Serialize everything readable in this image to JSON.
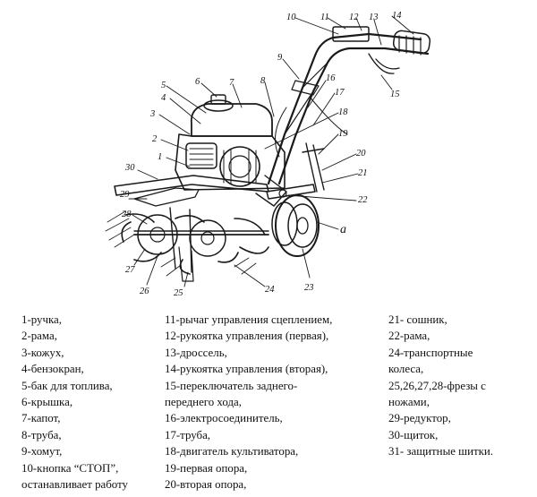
{
  "diagram": {
    "callouts": [
      "1",
      "2",
      "3",
      "4",
      "5",
      "6",
      "7",
      "8",
      "9",
      "10",
      "11",
      "12",
      "13",
      "14",
      "15",
      "16",
      "17",
      "18",
      "19",
      "20",
      "21",
      "22",
      "23",
      "24",
      "25",
      "26",
      "27",
      "28",
      "29",
      "30",
      "a"
    ]
  },
  "legend": {
    "columns": [
      [
        "1-ручка,",
        "2-рама,",
        "3-кожух,",
        "4-бензокран,",
        "5-бак для топлива,",
        "6-крышка,",
        "7-капот,",
        "8-труба,",
        "9-хомут,",
        "10-кнопка “СТОП”,",
        "останавливает работу"
      ],
      [
        "11-рычаг управления сцеплением,",
        "12-рукоятка управления (первая),",
        "13-дроссель,",
        "14-рукоятка управления (вторая),",
        "15-переключатель заднего-",
        "переднего хода,",
        "16-электросоединитель,",
        "17-труба,",
        "18-двигатель культиватора,",
        "19-первая опора,",
        "20-вторая опора,"
      ],
      [
        "21- сошник,",
        "22-рама,",
        "24-транспортные",
        "колеса,",
        "25,26,27,28-фрезы с",
        "ножами,",
        "29-редуктор,",
        "30-щиток,",
        "31- защитные шитки."
      ]
    ]
  }
}
